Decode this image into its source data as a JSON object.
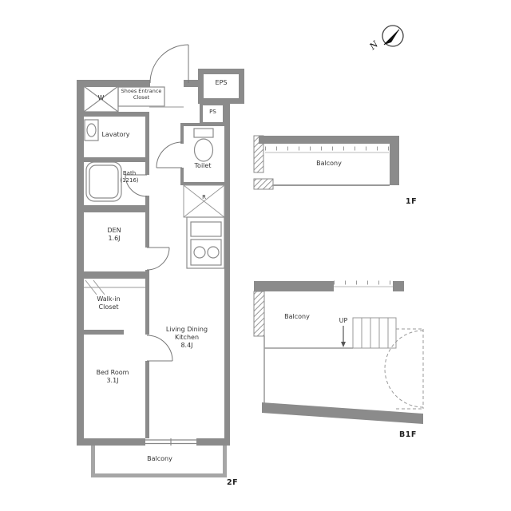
{
  "compass": {
    "north": "N"
  },
  "floor2f": {
    "label": "2F",
    "rooms": {
      "eps": "EPS",
      "ps": "PS",
      "washer": "W",
      "fridge": "R",
      "shoes1": "Shoes Entrance",
      "shoes2": "Closet",
      "lavatory": "Lavatory",
      "bath1": "Bath",
      "bath2": "(1216)",
      "toilet": "Toilet",
      "den1": "DEN",
      "den2": "1.6J",
      "wic1": "Walk-in",
      "wic2": "Closet",
      "bed1": "Bed Room",
      "bed2": "3.1J",
      "ldk1": "Living Dining",
      "ldk2": "Kitchen",
      "ldk3": "8.4J",
      "balcony": "Balcony"
    }
  },
  "floor1f": {
    "label": "1F",
    "balcony": "Balcony"
  },
  "floorb1f": {
    "label": "B1F",
    "balcony": "Balcony",
    "up": "UP"
  }
}
